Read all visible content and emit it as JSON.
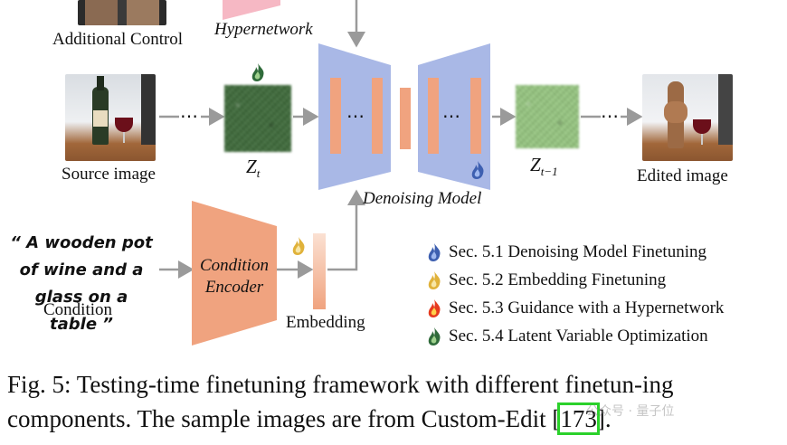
{
  "figure": {
    "labels": {
      "additional_control": "Additional Control",
      "hypernetwork": "Hypernetwork",
      "source_image": "Source image",
      "zt": "Z",
      "zt_sub": "t",
      "zt1": "Z",
      "zt1_sub": "t−1",
      "denoising_model": "Denoising Model",
      "edited_image": "Edited image",
      "condition_encoder_line1": "Condition",
      "condition_encoder_line2": "Encoder",
      "embedding": "Embedding",
      "prompt_open_quote": "“",
      "prompt_line1": "A wooden pot",
      "prompt_line2": "of wine and a",
      "prompt_line3": "glass on a table",
      "prompt_close_quote": "”",
      "condition": "Condition",
      "dots": "⋯"
    },
    "legend": [
      {
        "icon": "blue-flame-icon",
        "color": "#3d5fb0",
        "text": "Sec. 5.1 Denoising Model Finetuning"
      },
      {
        "icon": "yellow-flame-icon",
        "color": "#e0b23a",
        "text": "Sec. 5.2 Embedding Finetuning"
      },
      {
        "icon": "red-flame-icon",
        "color": "#e63a1e",
        "text": "Sec. 5.3 Guidance with a Hypernetwork"
      },
      {
        "icon": "green-flame-icon",
        "color": "#2f6b3a",
        "text": "Sec. 5.4 Latent Variable Optimization"
      }
    ],
    "colors": {
      "unet_blue": "#a9b8e6",
      "layer_orange": "#f0a37f",
      "encoder_orange": "#f0a37f",
      "latent_green": "#3f6e3b",
      "latent_light_green": "#9dcf86",
      "arrow_gray": "#9a9a9a",
      "highlight_green": "#2bd12b"
    }
  },
  "caption": {
    "prefix": "Fig. 5: Testing-time finetuning framework with different finetun-ing components. The sample images are from Custom-Edit [",
    "citation": "173",
    "suffix": "]."
  },
  "watermark": "公众号 · 量子位"
}
